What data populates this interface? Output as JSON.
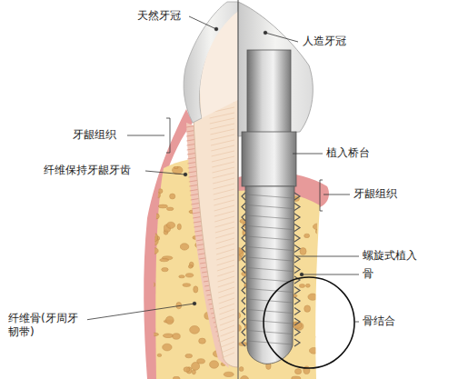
{
  "diagram": {
    "labels": [
      "天然牙冠",
      "人造牙冠",
      "牙龈组织",
      "纤维保持牙龈牙齿",
      "植入桥台",
      "牙龈组织",
      "螺旋式植入",
      "骨",
      "骨结合",
      "纤维骨(牙周牙韧带)"
    ]
  }
}
